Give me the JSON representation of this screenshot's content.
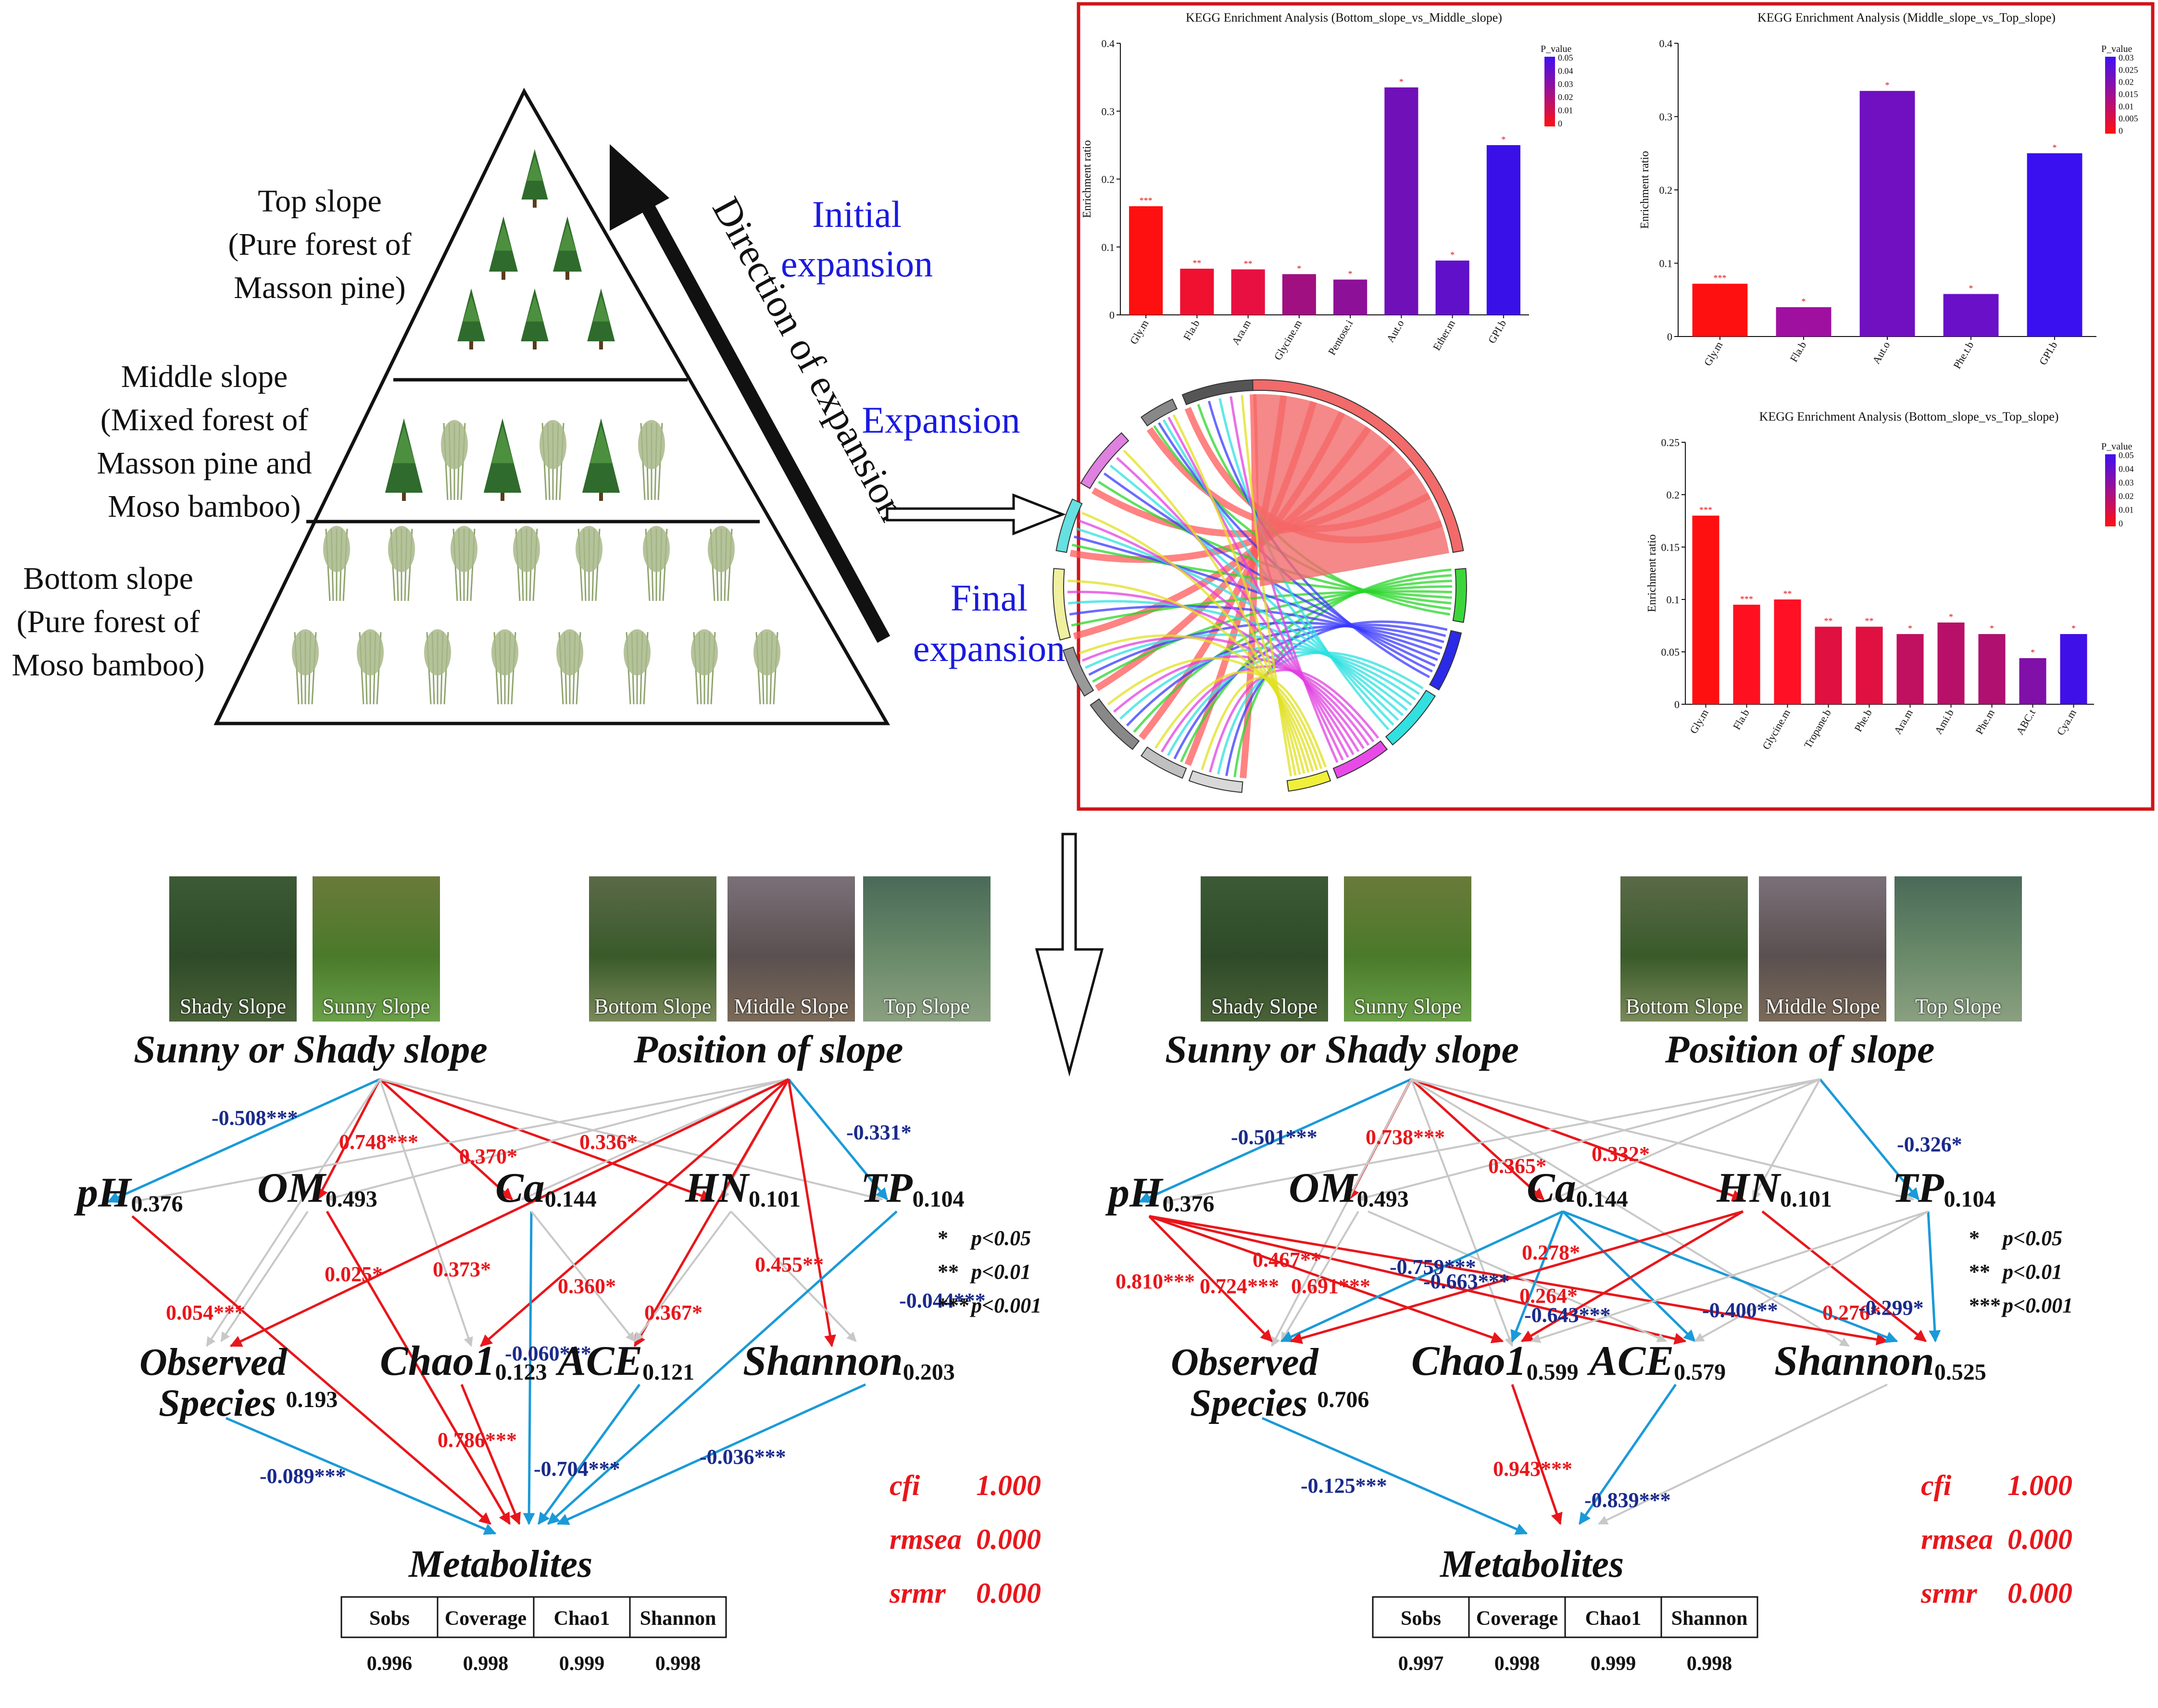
{
  "pyramid": {
    "top_label": [
      "Top slope",
      "(Pure forest of",
      "Masson pine)"
    ],
    "middle_label": [
      "Middle slope",
      "(Mixed forest of",
      "Masson pine and",
      "Moso bamboo)"
    ],
    "bottom_label": [
      "Bottom slope",
      "(Pure forest of",
      "Moso bamboo)"
    ],
    "direction": "Direction of expansion",
    "stage_initial": [
      "Initial",
      "expansion"
    ],
    "stage_expansion": "Expansion",
    "stage_final": [
      "Final",
      "expansion"
    ]
  },
  "kegg_charts": [
    {
      "title": "KEGG Enrichment Analysis (Bottom_slope_vs_Middle_slope)",
      "ylabel": "Enrichment ratio",
      "ylim": [
        0,
        0.4
      ],
      "yticks": [
        "0",
        "0.1",
        "0.2",
        "0.3",
        "0.4"
      ],
      "legend_title": "P_value",
      "legend_ticks": [
        "0.05",
        "0.04",
        "0.03",
        "0.02",
        "0.01",
        "0"
      ],
      "categories": [
        "Gly.m",
        "Fla.b",
        "Ara.m",
        "Glycine.m",
        "Pentose.i",
        "Aut.o",
        "Ether.m",
        "GPI.b"
      ],
      "values": [
        0.16,
        0.068,
        0.067,
        0.06,
        0.052,
        0.335,
        0.08,
        0.25
      ],
      "stars": [
        "***",
        "**",
        "**",
        "*",
        "*",
        "*",
        "*",
        "*"
      ],
      "colors": [
        "#ff1010",
        "#f01030",
        "#e81040",
        "#a01080",
        "#8c1098",
        "#7010b8",
        "#6010c8",
        "#3a10e8"
      ]
    },
    {
      "title": "KEGG Enrichment Analysis (Middle_slope_vs_Top_slope)",
      "ylabel": "Enrichment ratio",
      "ylim": [
        0,
        0.4
      ],
      "yticks": [
        "0",
        "0.1",
        "0.2",
        "0.3",
        "0.4"
      ],
      "legend_title": "P_value",
      "legend_ticks": [
        "0.03",
        "0.025",
        "0.02",
        "0.015",
        "0.01",
        "0.005",
        "0"
      ],
      "categories": [
        "Gly.m",
        "Fla.b",
        "Aut.o",
        "Phe.t.b",
        "GPI.b"
      ],
      "values": [
        0.072,
        0.04,
        0.335,
        0.058,
        0.25
      ],
      "stars": [
        "***",
        "*",
        "*",
        "*",
        "*"
      ],
      "colors": [
        "#ff1010",
        "#a010a0",
        "#7010c0",
        "#6a10c8",
        "#3a10f0"
      ]
    },
    {
      "title": "KEGG Enrichment Analysis (Bottom_slope_vs_Top_slope)",
      "ylabel": "Enrichment ratio",
      "ylim": [
        0,
        0.25
      ],
      "yticks": [
        "0",
        "0.05",
        "0.1",
        "0.15",
        "0.2",
        "0.25"
      ],
      "legend_title": "P_value",
      "legend_ticks": [
        "0.05",
        "0.04",
        "0.03",
        "0.02",
        "0.01",
        "0"
      ],
      "categories": [
        "Gly.m",
        "Fla.b",
        "Glycine.m",
        "Tropane.b",
        "Phe.b",
        "Ara.m",
        "Ami.b",
        "Phe.m",
        "ABC.t",
        "Cya.m"
      ],
      "values": [
        0.18,
        0.095,
        0.1,
        0.074,
        0.074,
        0.067,
        0.078,
        0.067,
        0.044,
        0.067
      ],
      "stars": [
        "***",
        "***",
        "**",
        "**",
        "**",
        "*",
        "*",
        "*",
        "*",
        "*"
      ],
      "colors": [
        "#ff1010",
        "#ff1020",
        "#ff1025",
        "#e01040",
        "#e01040",
        "#c01060",
        "#b81068",
        "#b01070",
        "#8010a8",
        "#4010e8"
      ]
    }
  ],
  "sem_left": {
    "photos": [
      "Shady Slope",
      "Sunny Slope",
      "Bottom Slope",
      "Middle Slope",
      "Top Slope"
    ],
    "header_aspect": "Sunny or Shady slope",
    "header_position": "Position of slope",
    "nodes": {
      "ph": {
        "name": "pH",
        "r2": "0.376"
      },
      "om": {
        "name": "OM",
        "r2": "0.493"
      },
      "ca": {
        "name": "Ca",
        "r2": "0.144"
      },
      "hn": {
        "name": "HN",
        "r2": "0.101"
      },
      "tp": {
        "name": "TP",
        "r2": "0.104"
      },
      "obs": {
        "name": [
          "Observed",
          "Species"
        ],
        "r2": "0.193"
      },
      "chao": {
        "name": "Chao1",
        "r2": "0.123"
      },
      "ace": {
        "name": "ACE",
        "r2": "0.121"
      },
      "sha": {
        "name": "Shannon",
        "r2": "0.203"
      },
      "met": {
        "name": "Metabolites"
      }
    },
    "coefs": [
      "-0.508***",
      "0.748***",
      "0.370*",
      "0.336*",
      "-0.331*",
      "0.054***",
      "0.025*",
      "0.373*",
      "0.360*",
      "0.367*",
      "-0.060***",
      "0.455**",
      "-0.044***",
      "0.786***",
      "-0.089***",
      "-0.704***",
      "-0.036***"
    ],
    "legend": [
      [
        "*",
        "p<0.05"
      ],
      [
        "**",
        "p<0.01"
      ],
      [
        "***",
        "p<0.001"
      ]
    ],
    "fit": [
      [
        "cfi",
        "1.000"
      ],
      [
        "rmsea",
        "0.000"
      ],
      [
        "srmr",
        "0.000"
      ]
    ],
    "table": {
      "headers": [
        "Sobs",
        "Coverage",
        "Chao1",
        "Shannon"
      ],
      "values": [
        "0.996",
        "0.998",
        "0.999",
        "0.998"
      ]
    }
  },
  "sem_right": {
    "photos": [
      "Shady Slope",
      "Sunny Slope",
      "Bottom Slope",
      "Middle Slope",
      "Top Slope"
    ],
    "header_aspect": "Sunny or Shady slope",
    "header_position": "Position of slope",
    "nodes": {
      "ph": {
        "name": "pH",
        "r2": "0.376"
      },
      "om": {
        "name": "OM",
        "r2": "0.493"
      },
      "ca": {
        "name": "Ca",
        "r2": "0.144"
      },
      "hn": {
        "name": "HN",
        "r2": "0.101"
      },
      "tp": {
        "name": "TP",
        "r2": "0.104"
      },
      "obs": {
        "name": [
          "Observed",
          "Species"
        ],
        "r2": "0.706"
      },
      "chao": {
        "name": "Chao1",
        "r2": "0.599"
      },
      "ace": {
        "name": "ACE",
        "r2": "0.579"
      },
      "sha": {
        "name": "Shannon",
        "r2": "0.525"
      },
      "met": {
        "name": "Metabolites"
      }
    },
    "coefs": [
      "-0.501***",
      "0.738***",
      "0.365*",
      "0.332*",
      "-0.326*",
      "0.810***",
      "0.724***",
      "0.691***",
      "0.467**",
      "-0.759***",
      "-0.663***",
      "0.278*",
      "0.264*",
      "-0.643***",
      "-0.400**",
      "0.276*",
      "-0.299*",
      "0.943***",
      "-0.125***",
      "-0.839***"
    ],
    "legend": [
      [
        "*",
        "p<0.05"
      ],
      [
        "**",
        "p<0.01"
      ],
      [
        "***",
        "p<0.001"
      ]
    ],
    "fit": [
      [
        "cfi",
        "1.000"
      ],
      [
        "rmsea",
        "0.000"
      ],
      [
        "srmr",
        "0.000"
      ]
    ],
    "table": {
      "headers": [
        "Sobs",
        "Coverage",
        "Chao1",
        "Shannon"
      ],
      "values": [
        "0.997",
        "0.998",
        "0.999",
        "0.998"
      ]
    }
  }
}
